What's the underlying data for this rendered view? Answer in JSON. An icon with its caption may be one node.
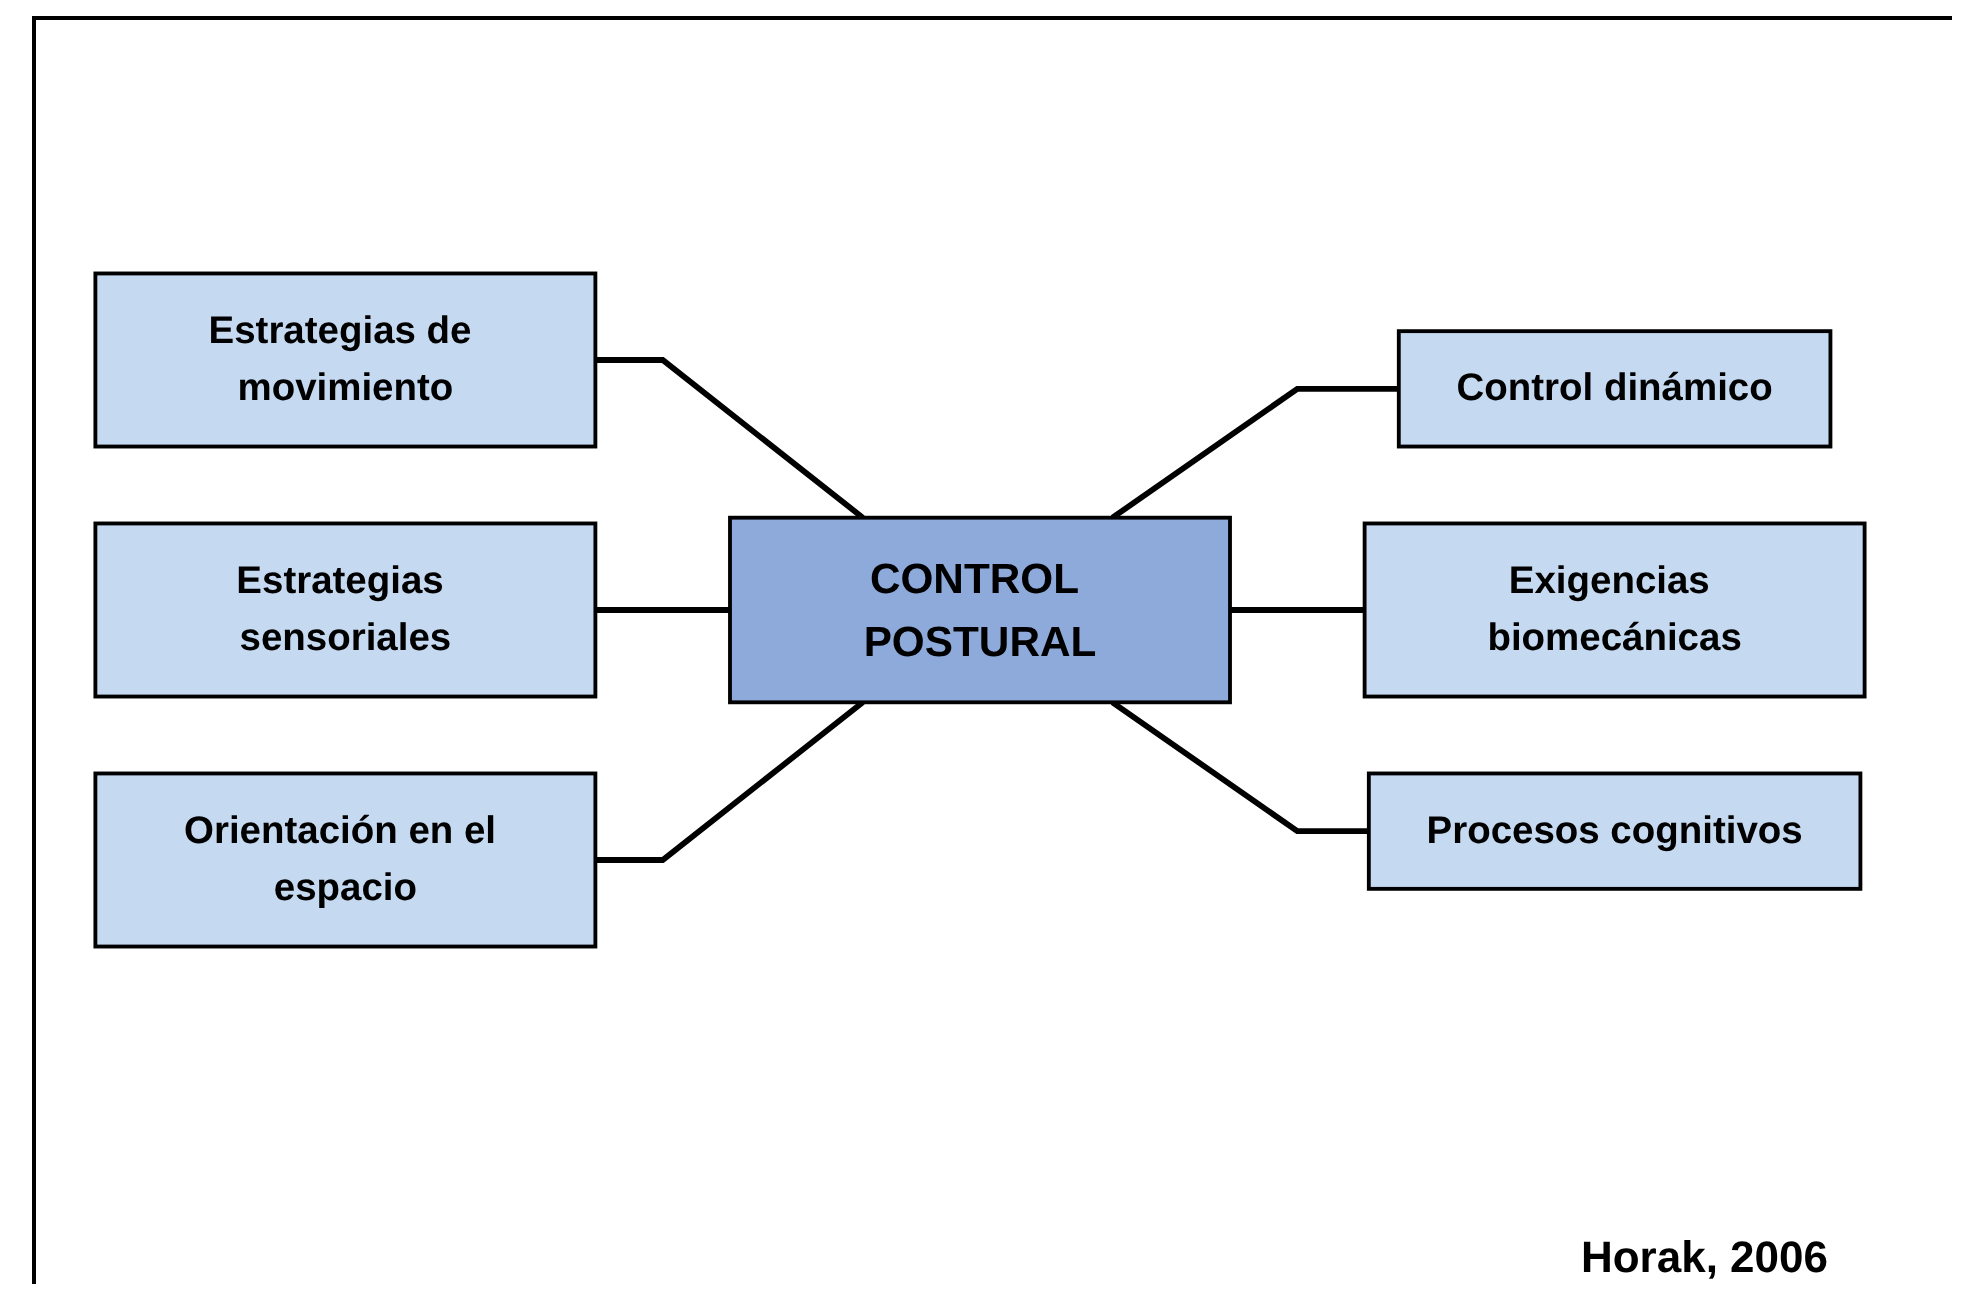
{
  "diagram": {
    "nodes": [
      {
        "text": [
          "Estrategias de movimiento"
        ]
      },
      {
        "text": [
          "Estrategias sensoriales"
        ]
      },
      {
        "text": [
          "CONTROL POSTURAL"
        ]
      },
      {
        "text": [
          "Control dinámico"
        ]
      },
      {
        "text": [
          "Orientación en el espacio"
        ]
      },
      {
        "text": [
          "Exigencias biomecánicas"
        ]
      },
      {
        "text": [
          "Procesos cognitivos"
        ]
      }
    ],
    "edges": [
      {
        "from": 0,
        "to": 2,
        "arrow": "none"
      },
      {
        "from": 1,
        "to": 2,
        "arrow": "none"
      },
      {
        "from": 2,
        "to": 3,
        "arrow": "none"
      },
      {
        "from": 4,
        "to": 2,
        "arrow": "none"
      },
      {
        "from": 2,
        "to": 5,
        "arrow": "none"
      },
      {
        "from": 2,
        "to": 6,
        "arrow": "none"
      }
    ],
    "labels": [
      "Horak, 2006"
    ]
  }
}
